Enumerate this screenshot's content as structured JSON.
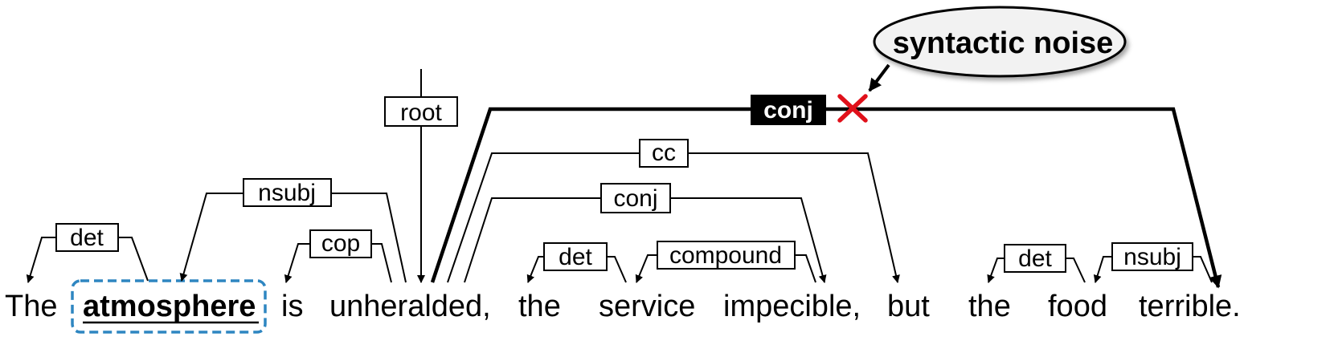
{
  "sentence": {
    "words": [
      "The",
      "atmosphere",
      "is",
      "unheralded,",
      "the",
      "service",
      "impecible,",
      "but",
      "the",
      "food",
      "terrible."
    ],
    "aspect_term_index": 1
  },
  "relations": {
    "det_1": "det",
    "nsubj_1": "nsubj",
    "cop": "cop",
    "root": "root",
    "conj_noise": "conj",
    "cc": "cc",
    "conj_2": "conj",
    "det_2": "det",
    "compound": "compound",
    "det_3": "det",
    "nsubj_2": "nsubj"
  },
  "callout": {
    "text": "syntactic noise",
    "marker": "cross-icon"
  },
  "colors": {
    "aspect_box": "#2e86c1",
    "cross": "#e0101a",
    "text": "#000000",
    "highlight_label_bg": "#000000"
  }
}
